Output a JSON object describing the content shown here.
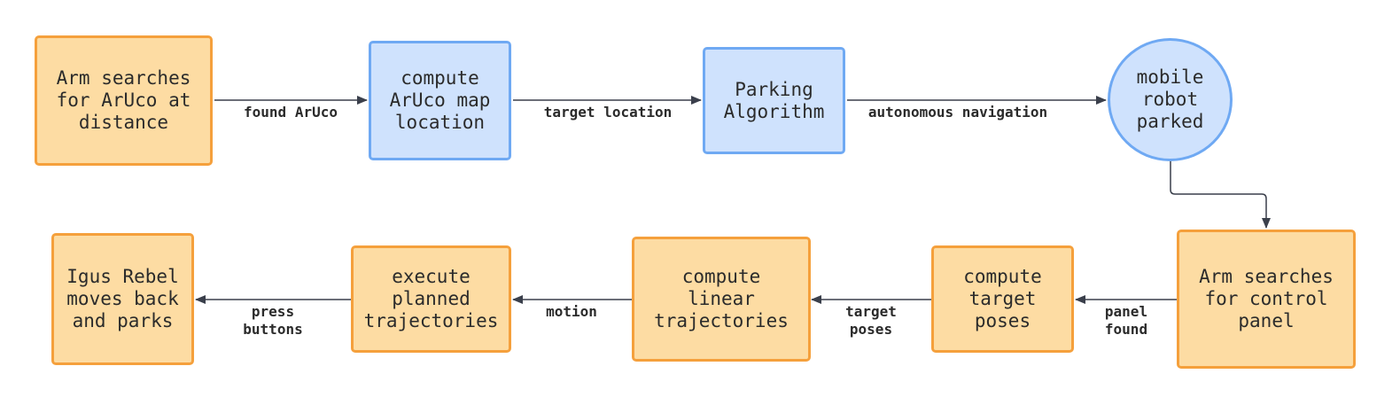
{
  "nodes": {
    "arm_search_aruco": "Arm searches\nfor ArUco at\ndistance",
    "compute_aruco_map": "compute\nArUco map\nlocation",
    "parking_algorithm": "Parking\nAlgorithm",
    "mobile_robot_parked": "mobile\nrobot\nparked",
    "arm_search_panel": "Arm searches\nfor control\npanel",
    "compute_target_poses": "compute\ntarget\nposes",
    "compute_linear_traj": "compute\nlinear\ntrajectories",
    "execute_planned_traj": "execute\nplanned\ntrajectories",
    "igus_rebel_parks": "Igus Rebel\nmoves back\nand parks"
  },
  "edges": {
    "found_aruco": "found ArUco",
    "target_location": "target location",
    "autonomous_navigation": "autonomous navigation",
    "panel_found": "panel\nfound",
    "target_poses": "target\nposes",
    "motion": "motion",
    "press_buttons": "press\nbuttons"
  },
  "colors": {
    "orange_fill": "#fddca3",
    "orange_border": "#f5a03c",
    "blue_fill": "#cfe2fd",
    "blue_border": "#6fa9f3",
    "connector": "#3a3f4b"
  }
}
